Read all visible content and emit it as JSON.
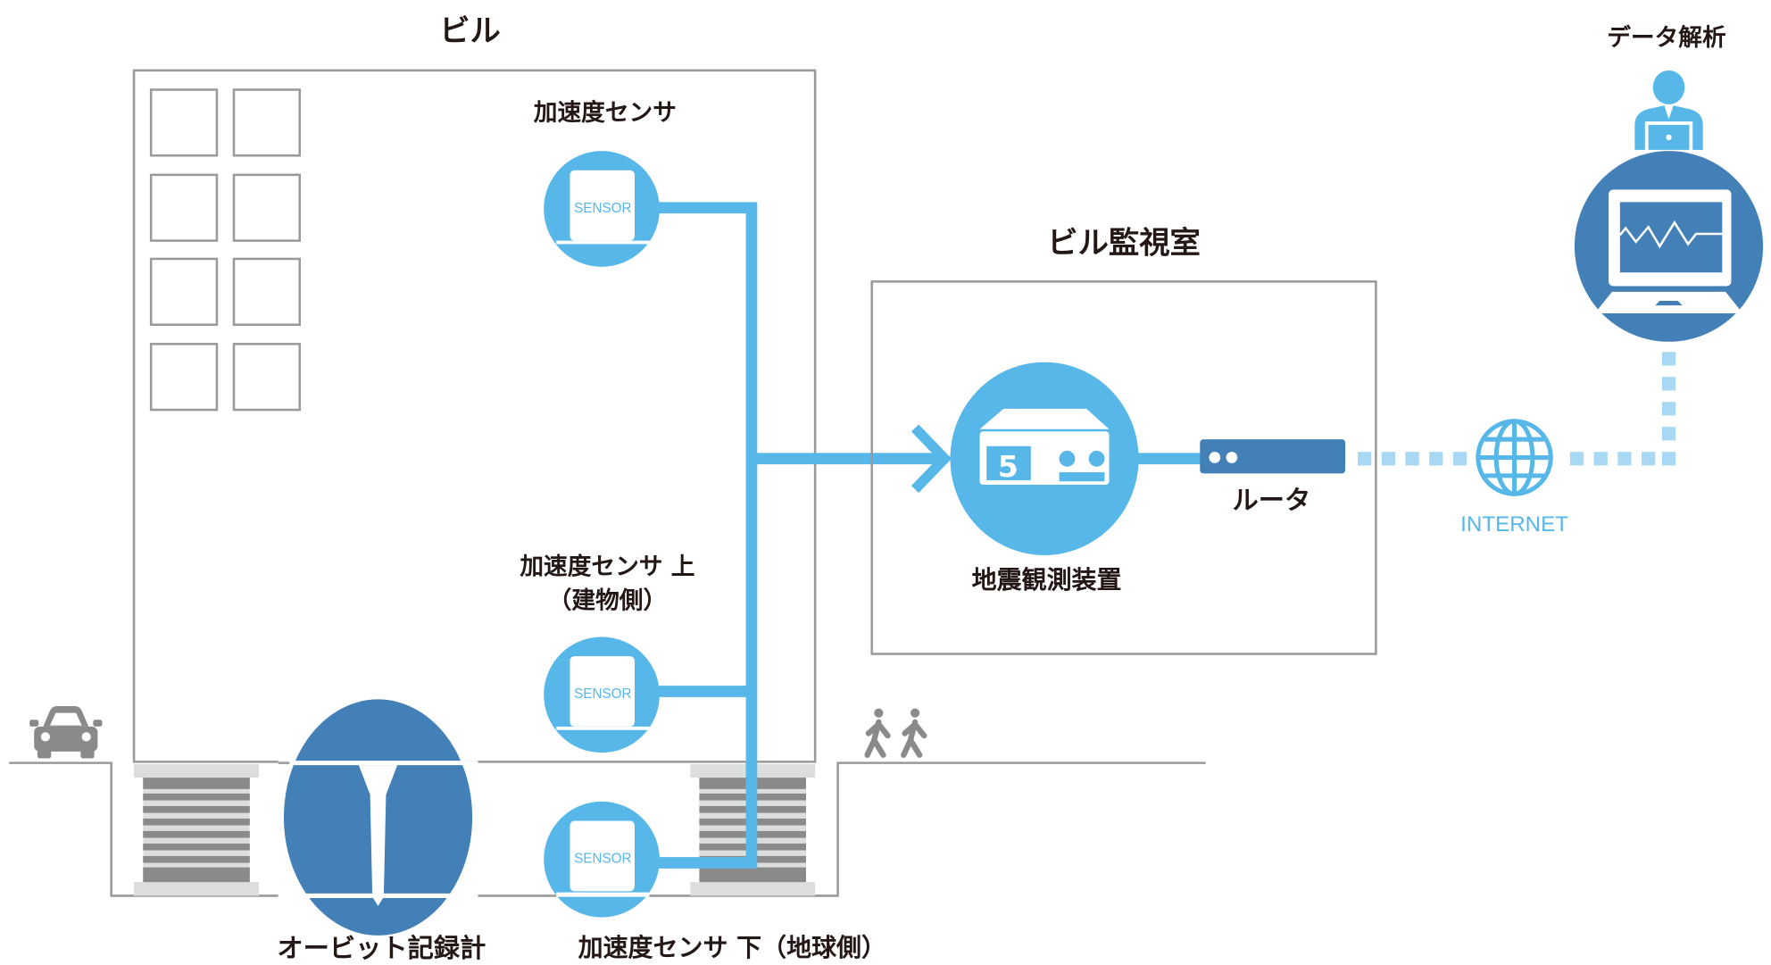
{
  "labels": {
    "building": "ビル",
    "sensor_top": "加速度センサ",
    "sensor_upper_line1": "加速度センサ 上",
    "sensor_upper_line2": "（建物側）",
    "sensor_lower": "加速度センサ 下（地球側）",
    "orbit_recorder": "オービット記録計",
    "monitoring_room": "ビル監視室",
    "seismometer": "地震観測装置",
    "router": "ルータ",
    "internet": "INTERNET",
    "data_analysis": "データ解析"
  },
  "sensor_badge": "SENSOR",
  "seismometer_display": "5",
  "colors": {
    "light_blue": "#56b7e8",
    "dark_blue": "#4480b8",
    "dotted": "#a8d8f4",
    "gray_line": "#9a9a9a",
    "gray_icon": "#8a8a8a",
    "isolator_light": "#dcdddd",
    "text": "#231815"
  }
}
